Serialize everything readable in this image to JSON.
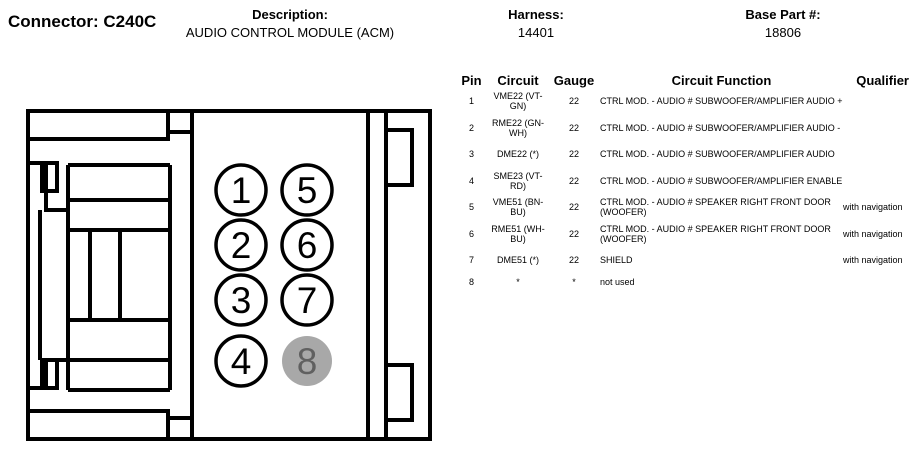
{
  "header": {
    "connector_label": "Connector: C240C",
    "description_label": "Description:",
    "description_value": "AUDIO CONTROL MODULE (ACM)",
    "harness_label": "Harness:",
    "harness_value": "14401",
    "base_part_label": "Base Part #:",
    "base_part_value": "18806"
  },
  "table": {
    "columns": [
      "Pin",
      "Circuit",
      "Gauge",
      "Circuit Function",
      "Qualifier"
    ],
    "rows": [
      {
        "pin": "1",
        "circuit": "VME22 (VT-GN)",
        "gauge": "22",
        "function": "CTRL MOD. - AUDIO # SUBWOOFER/AMPLIFIER AUDIO +",
        "qualifier": ""
      },
      {
        "pin": "2",
        "circuit": "RME22 (GN-WH)",
        "gauge": "22",
        "function": "CTRL MOD. - AUDIO # SUBWOOFER/AMPLIFIER AUDIO -",
        "qualifier": ""
      },
      {
        "pin": "3",
        "circuit": "DME22 (*)",
        "gauge": "22",
        "function": "CTRL MOD. - AUDIO # SUBWOOFER/AMPLIFIER AUDIO",
        "qualifier": ""
      },
      {
        "pin": "4",
        "circuit": "SME23 (VT-RD)",
        "gauge": "22",
        "function": "CTRL MOD. - AUDIO # SUBWOOFER/AMPLIFIER ENABLE",
        "qualifier": ""
      },
      {
        "pin": "5",
        "circuit": "VME51 (BN-BU)",
        "gauge": "22",
        "function": "CTRL MOD. - AUDIO # SPEAKER RIGHT FRONT DOOR (WOOFER)",
        "qualifier": "with navigation"
      },
      {
        "pin": "6",
        "circuit": "RME51 (WH-BU)",
        "gauge": "22",
        "function": "CTRL MOD. - AUDIO # SPEAKER RIGHT FRONT DOOR (WOOFER)",
        "qualifier": "with navigation"
      },
      {
        "pin": "7",
        "circuit": "DME51 (*)",
        "gauge": "22",
        "function": "SHIELD",
        "qualifier": "with navigation"
      },
      {
        "pin": "8",
        "circuit": "*",
        "gauge": "*",
        "function": "not used",
        "qualifier": ""
      }
    ]
  },
  "connector": {
    "pins": [
      {
        "label": "1",
        "used": true
      },
      {
        "label": "5",
        "used": true
      },
      {
        "label": "2",
        "used": true
      },
      {
        "label": "6",
        "used": true
      },
      {
        "label": "3",
        "used": true
      },
      {
        "label": "7",
        "used": true
      },
      {
        "label": "4",
        "used": true
      },
      {
        "label": "8",
        "used": false
      }
    ],
    "unused_fill": "#a8a8a8",
    "unused_text": "#606060"
  }
}
